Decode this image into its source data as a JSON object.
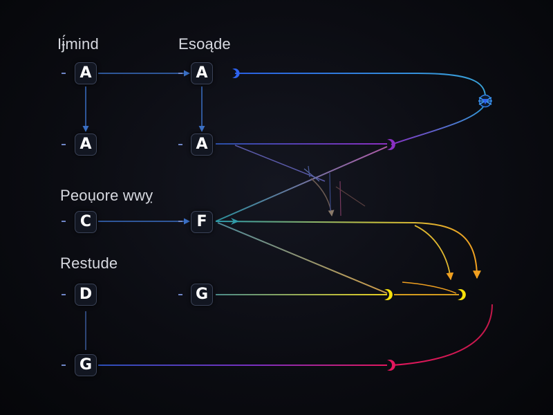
{
  "labels": {
    "col1_header": "Iɉ́mind",
    "col2_header": "Esoąde",
    "section2": "Peoụore wwỵ",
    "section3": "Restude"
  },
  "nodes": {
    "a1": "A",
    "a2": "A",
    "a3": "A",
    "a4": "A",
    "c": "C",
    "f": "F",
    "d": "D",
    "g1": "G",
    "g2": "G"
  },
  "colors": {
    "background": "#07080d",
    "node_border": "#3a4257",
    "flow_blue": "#2f8fd6",
    "flow_purple": "#8a2fc2",
    "flow_yellow": "#f6e10a",
    "flow_magenta": "#e4175e",
    "flow_orange": "#f0a020"
  }
}
